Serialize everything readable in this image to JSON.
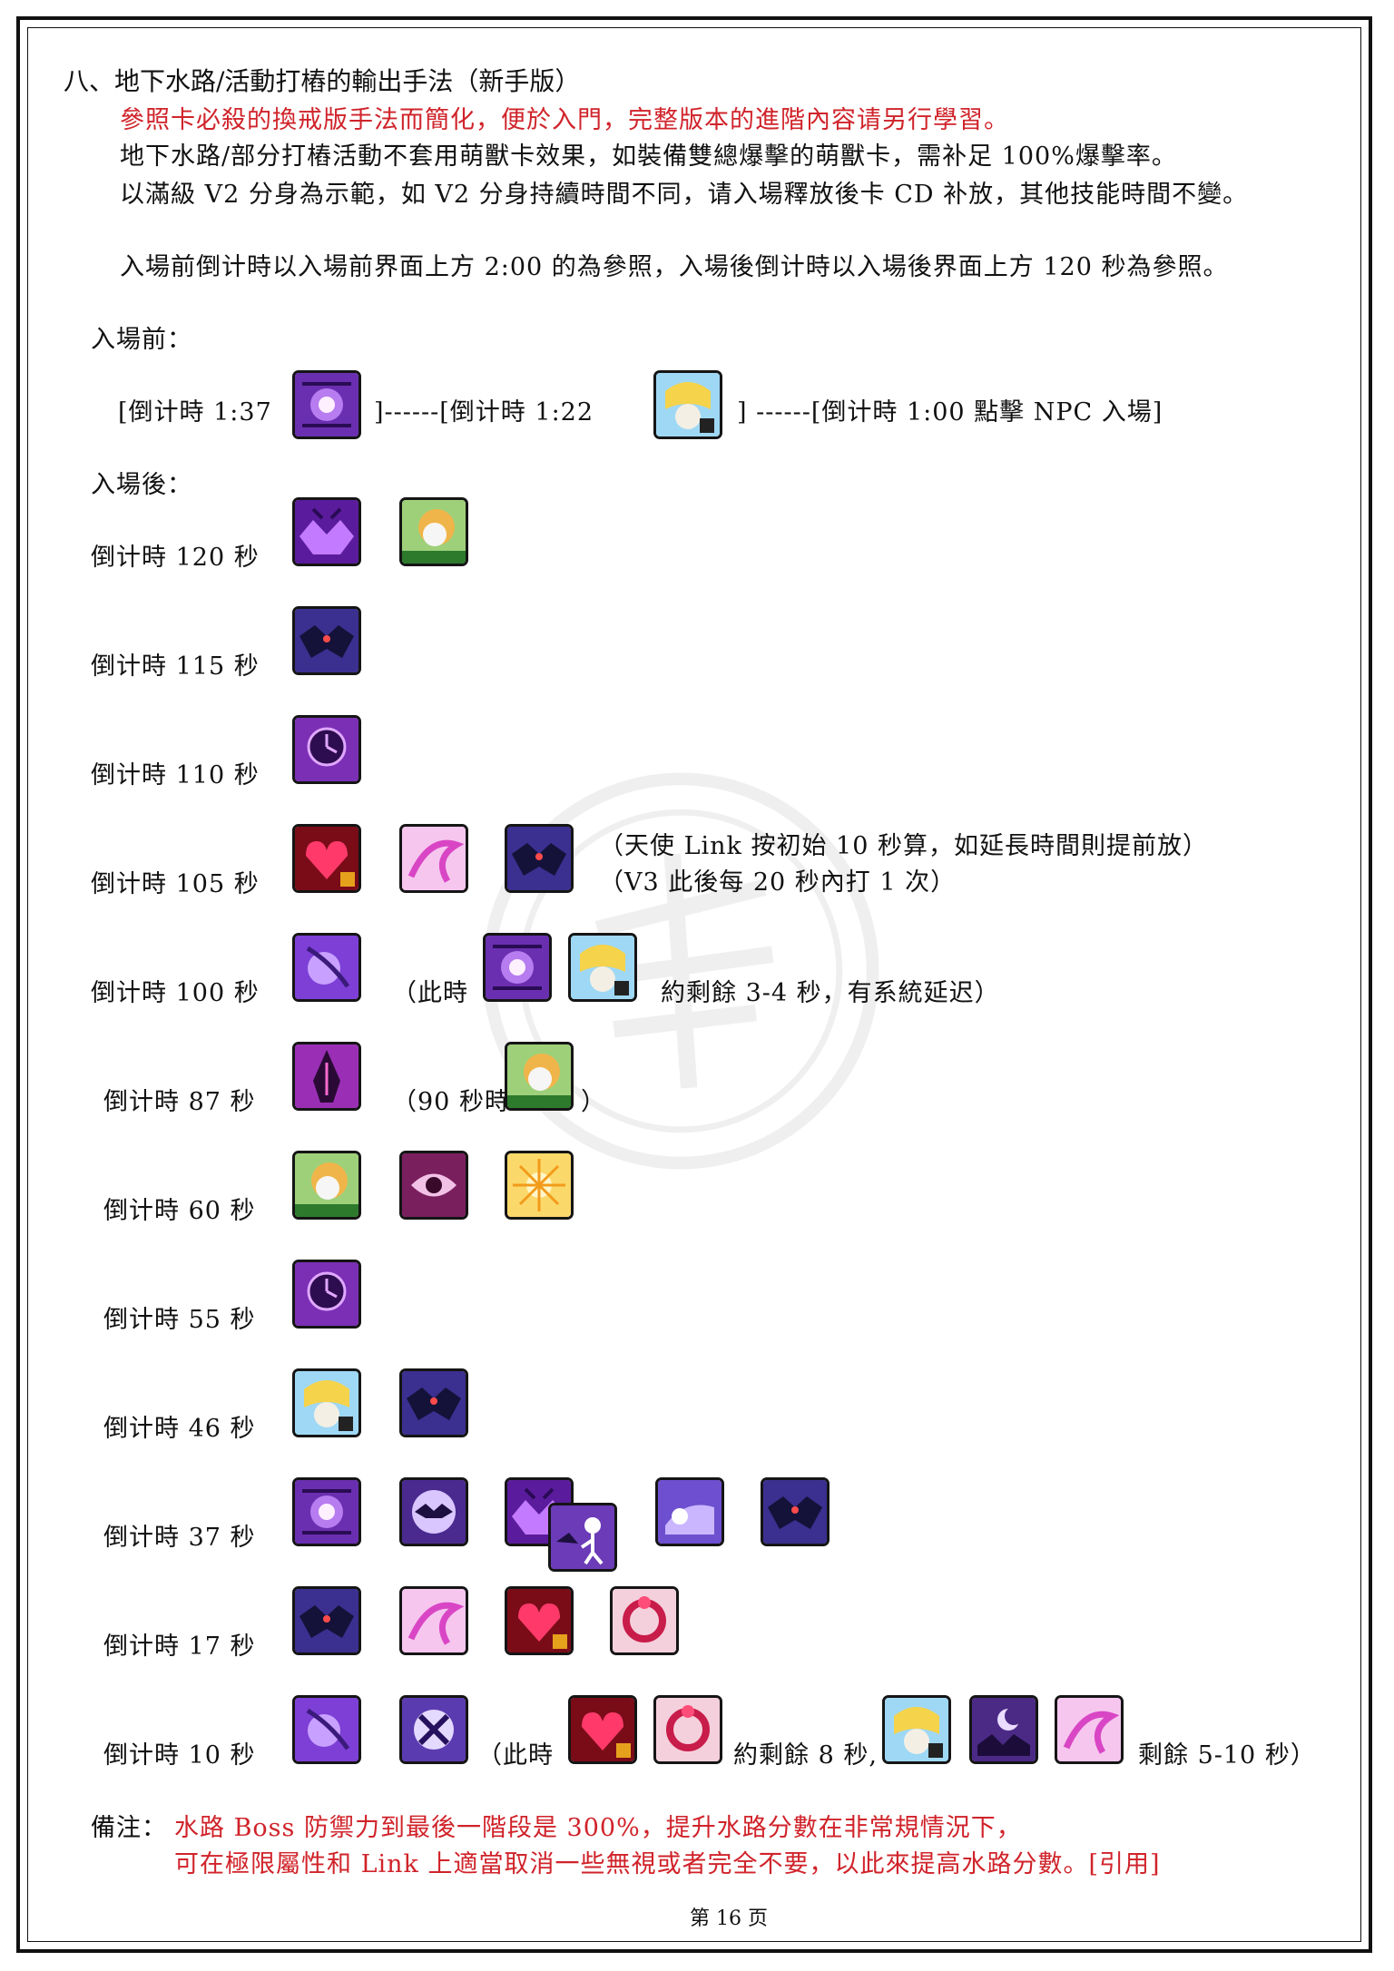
{
  "heading": "八、地下水路/活動打樁的輸出手法（新手版）",
  "intro": {
    "line1_red": "參照卡必殺的換戒版手法而簡化，便於入門，完整版本的進階內容请另行學習。",
    "line2": "地下水路/部分打樁活動不套用萌獸卡效果，如裝備雙總爆擊的萌獸卡，需补足 100%爆擊率。",
    "line3": "以滿級 V2 分身為示範，如 V2 分身持續時間不同，请入場釋放後卡 CD 补放，其他技能時間不變。",
    "line4": "入場前倒计時以入場前界面上方 2:00 的為參照，入場後倒计時以入場後界面上方 120 秒為參照。"
  },
  "before_entry": {
    "label": "入場前：",
    "seg1": "[倒计時 1:37",
    "seg2": "]------[倒计時 1:22",
    "seg3": "] ------[倒计時 1:00 點擊 NPC 入場]"
  },
  "after_entry": {
    "label": "入場後：",
    "rows": [
      {
        "label": "倒计時 120 秒"
      },
      {
        "label": "倒计時 115 秒"
      },
      {
        "label": "倒计時 110 秒"
      },
      {
        "label": "倒计時 105 秒",
        "note1": "（天使 Link 按初始 10 秒算，如延長時間則提前放）",
        "note2": "（V3 此後每 20 秒內打 1 次）"
      },
      {
        "label": "倒计時 100 秒",
        "note_a": "（此時",
        "note_b": "約剩餘 3-4 秒，有系統延迟）"
      },
      {
        "label": "倒计時 87 秒",
        "note_a": "（90 秒時",
        "note_b": "）"
      },
      {
        "label": "倒计時 60 秒"
      },
      {
        "label": "倒计時 55 秒"
      },
      {
        "label": "倒计時 46 秒"
      },
      {
        "label": "倒计時 37 秒"
      },
      {
        "label": "倒计時 17 秒"
      },
      {
        "label": "倒计時 10 秒",
        "note_a": "（此時",
        "note_b": "約剩餘 8 秒,",
        "note_c": "剩餘 5-10 秒）"
      }
    ]
  },
  "remark": {
    "label": "備注：",
    "line1": "水路 Boss 防禦力到最後一階段是 300%，提升水路分數在非常規情況下，",
    "line2": "可在極限屬性和 Link 上適當取消一些無視或者完全不要，以此來提高水路分數。[引用]"
  },
  "footer": "第 16 页",
  "icons": {
    "purple_orb_sigil": "purple-orb-sigil-icon",
    "angel_link_skill": "angel-link-skill-icon",
    "purple_bat_swarm": "purple-bat-swarm-icon",
    "penguin_hood_link": "penguin-hood-link-icon",
    "dark_bat": "dark-bat-icon",
    "dark_clock": "dark-clock-icon",
    "crimson_heart": "crimson-heart-icon",
    "pink_ribbon": "pink-ribbon-icon",
    "violet_spirit": "violet-spirit-icon",
    "dark_spire": "dark-spire-icon",
    "evil_eye": "evil-eye-icon",
    "golden_sun": "golden-sun-icon",
    "bat_eye_orb": "bat-eye-orb-icon",
    "bat_figure": "bat-figure-icon",
    "skull_wave": "skull-wave-icon",
    "red_ring": "red-ring-icon",
    "vortex_orb": "vortex-orb-icon",
    "dark_night": "dark-night-icon"
  },
  "colors": {
    "accent_red": "#d0232a",
    "border": "#111111"
  }
}
